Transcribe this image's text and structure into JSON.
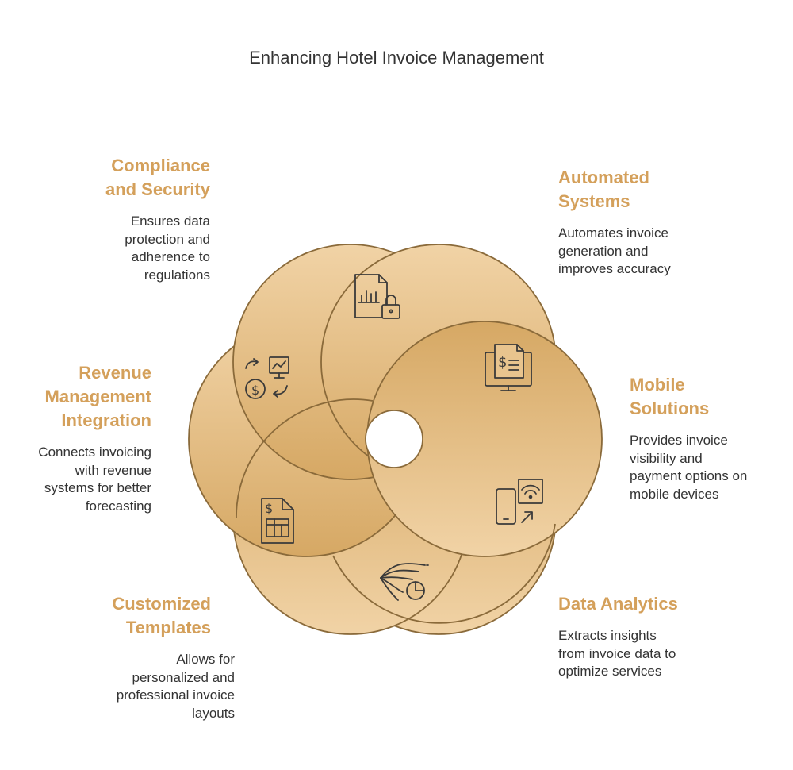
{
  "title": "Enhancing Hotel Invoice Management",
  "colors": {
    "petal_light": "#F1D3A6",
    "petal_dark": "#D9AE6C",
    "petal_stroke": "#8A6A3A",
    "heading": "#D4A05B",
    "text": "#333333",
    "icon": "#3A3A3A"
  },
  "segments": [
    {
      "id": "compliance",
      "icon": "document-chart-lock-icon",
      "heading_lines": [
        "Compliance",
        "and Security"
      ],
      "description_lines": [
        "Ensures data",
        "protection and",
        "adherence to",
        "regulations"
      ]
    },
    {
      "id": "automated",
      "icon": "monitor-invoice-icon",
      "heading_lines": [
        "Automated",
        "Systems"
      ],
      "description_lines": [
        "Automates invoice",
        "generation and",
        "improves accuracy"
      ]
    },
    {
      "id": "mobile",
      "icon": "mobile-payment-icon",
      "heading_lines": [
        "Mobile",
        "Solutions"
      ],
      "description_lines": [
        "Provides invoice",
        "visibility and",
        "payment options on",
        "mobile devices"
      ]
    },
    {
      "id": "analytics",
      "icon": "data-flow-chart-icon",
      "heading_lines": [
        "Data Analytics"
      ],
      "description_lines": [
        "Extracts insights",
        "from invoice data to",
        "optimize services"
      ]
    },
    {
      "id": "templates",
      "icon": "invoice-template-icon",
      "heading_lines": [
        "Customized",
        "Templates"
      ],
      "description_lines": [
        "Allows for",
        "personalized and",
        "professional invoice",
        "layouts"
      ]
    },
    {
      "id": "revenue",
      "icon": "revenue-cycle-icon",
      "heading_lines": [
        "Revenue",
        "Management",
        "Integration"
      ],
      "description_lines": [
        "Connects invoicing",
        "with revenue",
        "systems for better",
        "forecasting"
      ]
    }
  ]
}
